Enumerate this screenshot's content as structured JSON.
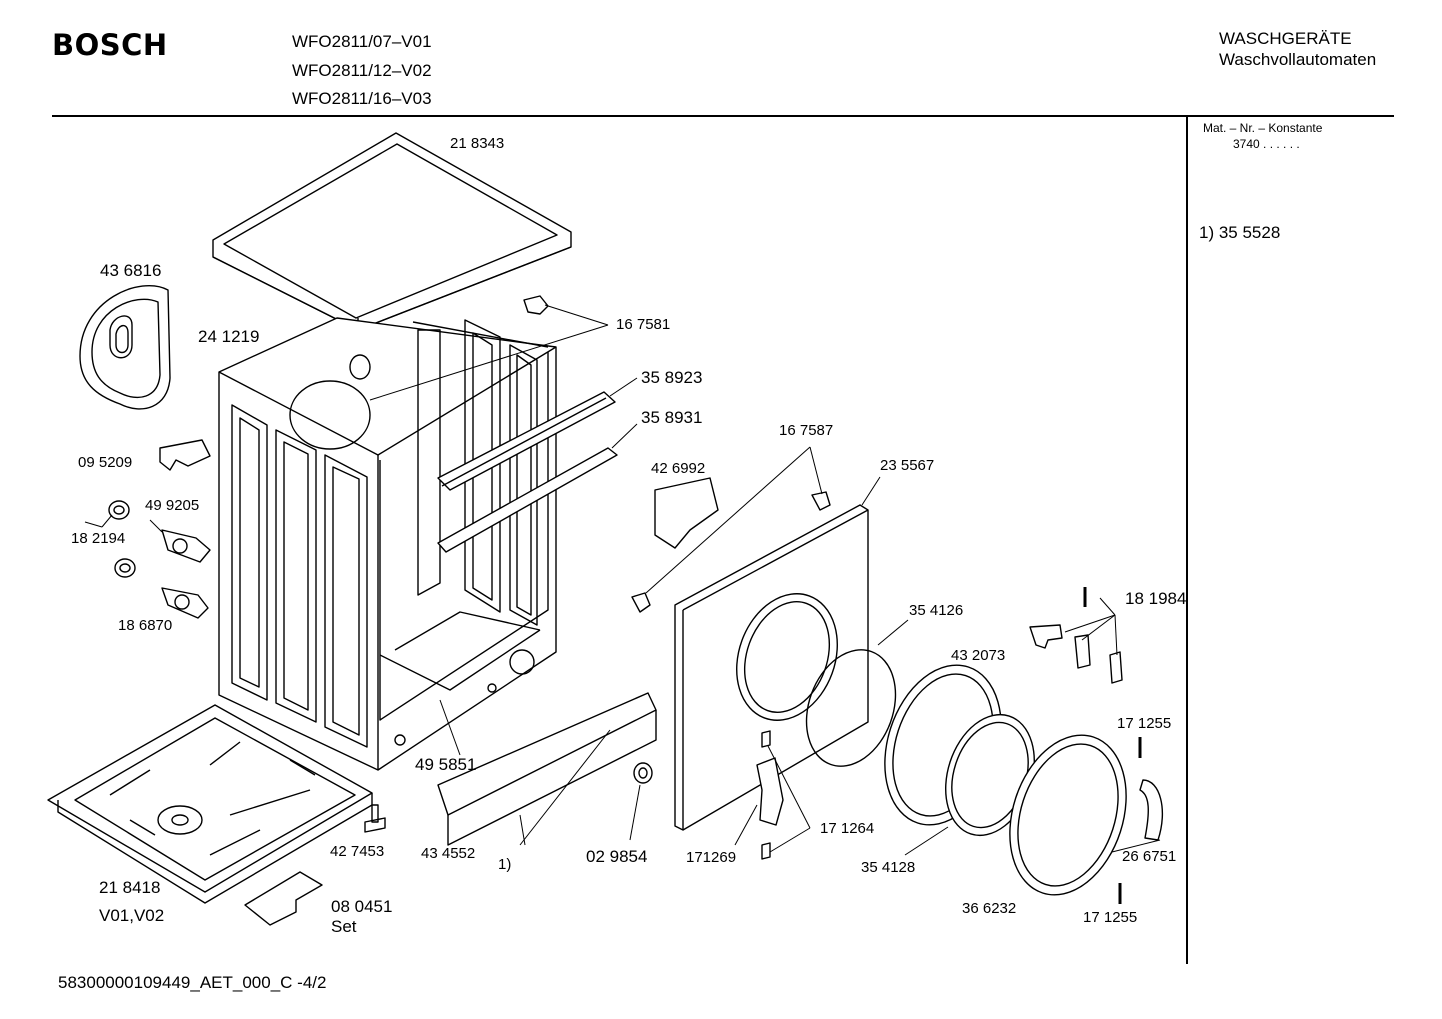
{
  "header": {
    "brand": "BOSCH",
    "models": [
      "WFO2811/07–V01",
      "WFO2811/12–V02",
      "WFO2811/16–V03"
    ],
    "category": "WASCHGERÄTE",
    "subcategory": "Waschvollautomaten"
  },
  "sidebar": {
    "mat_label": "Mat. – Nr. – Konstante",
    "mat_value": "3740  .  .    .  .  .  .",
    "note": "1)  35 5528"
  },
  "footer": {
    "doc_id": "58300000109449_AET_000_C -4/2"
  },
  "parts": {
    "p218343": "21 8343",
    "p436816": "43 6816",
    "p241219": "24 1219",
    "p167581": "16 7581",
    "p358923": "35 8923",
    "p358931": "35 8931",
    "p095209": "09 5209",
    "p499205": "49 9205",
    "p182194": "18 2194",
    "p186870": "18 6870",
    "p426992": "42 6992",
    "p167587": "16 7587",
    "p235567": "23 5567",
    "p354126": "35 4126",
    "p181984": "18 1984",
    "p432073": "43 2073",
    "p171255a": "17 1255",
    "p495851": "49 5851",
    "p427453": "42 7453",
    "p434552": "43 4552",
    "note1": "1)",
    "p029854": "02 9854",
    "p171269": "171269",
    "p171264": "17 1264",
    "p354128": "35 4128",
    "p266751": "26 6751",
    "p366232": "36 6232",
    "p171255b": "17 1255",
    "p218418": "21 8418",
    "v0102": "V01,V02",
    "p080451": "08 0451",
    "set": "Set"
  }
}
